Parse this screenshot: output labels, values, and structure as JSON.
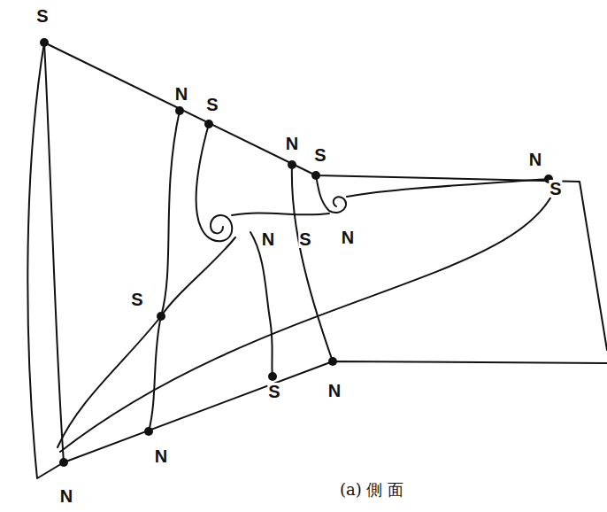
{
  "diagram": {
    "caption": "(a) 側 面",
    "labels": [
      "S",
      "N",
      "S",
      "N",
      "S",
      "N",
      "S",
      "N",
      "S",
      "N",
      "S",
      "S",
      "N",
      "N",
      "N"
    ]
  }
}
